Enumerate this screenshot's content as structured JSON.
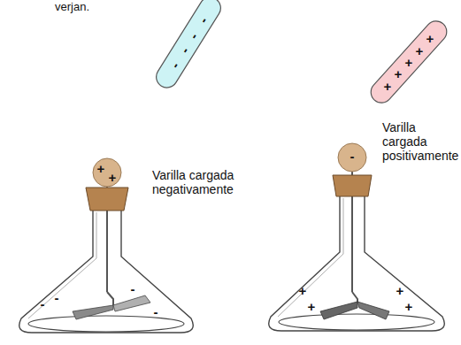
{
  "diagram": {
    "labels": [
      "verjan.",
      "Varilla cargada negativamente",
      "Varilla cargada positivamente",
      "-",
      "-",
      "-",
      "-",
      "+",
      "+",
      "-",
      "-",
      "-",
      "-",
      "+",
      "+",
      "+",
      "+",
      "+",
      "-",
      "+",
      "+",
      "+",
      "+"
    ]
  }
}
